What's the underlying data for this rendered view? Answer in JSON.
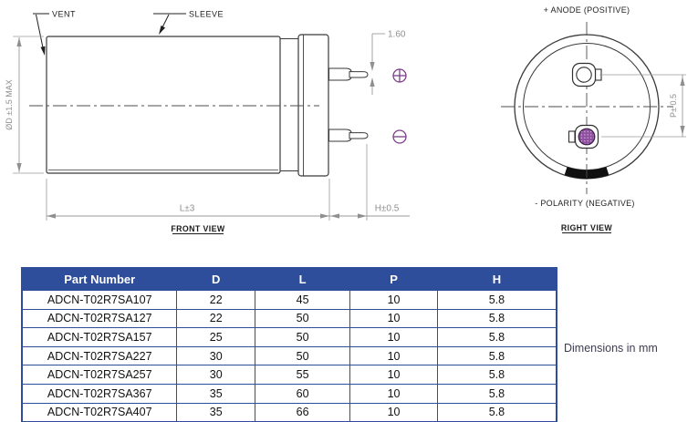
{
  "drawing": {
    "front": {
      "vent_label": "VENT",
      "sleeve_label": "SLEEVE",
      "dim_lead_diameter": "1.60",
      "dim_case_diameter": "ØD ±1.5 MAX",
      "dim_case_length": "L±3",
      "dim_lead_height": "H±0.5",
      "view_title": "FRONT VIEW",
      "positive_terminal_icon": "circled-plus",
      "negative_terminal_icon": "circled-minus"
    },
    "right": {
      "anode_label": "+ ANODE (POSITIVE)",
      "polarity_label": "- POLARITY (NEGATIVE)",
      "dim_lead_pitch": "P± 0.5",
      "view_title": "RIGHT VIEW"
    }
  },
  "table": {
    "headers": [
      "Part Number",
      "D",
      "L",
      "P",
      "H"
    ],
    "rows": [
      [
        "ADCN-T02R7SA107",
        "22",
        "45",
        "10",
        "5.8"
      ],
      [
        "ADCN-T02R7SA127",
        "22",
        "50",
        "10",
        "5.8"
      ],
      [
        "ADCN-T02R7SA157",
        "25",
        "50",
        "10",
        "5.8"
      ],
      [
        "ADCN-T02R7SA227",
        "30",
        "50",
        "10",
        "5.8"
      ],
      [
        "ADCN-T02R7SA257",
        "30",
        "55",
        "10",
        "5.8"
      ],
      [
        "ADCN-T02R7SA367",
        "35",
        "60",
        "10",
        "5.8"
      ],
      [
        "ADCN-T02R7SA407",
        "35",
        "66",
        "10",
        "5.8"
      ]
    ]
  },
  "note": "Dimensions in mm",
  "colors": {
    "table_accent": "#2e4d9b",
    "terminal_purple": "#7d3d8a",
    "dimension_gray": "#8f8f8f",
    "object_line": "#3a3a3a"
  }
}
